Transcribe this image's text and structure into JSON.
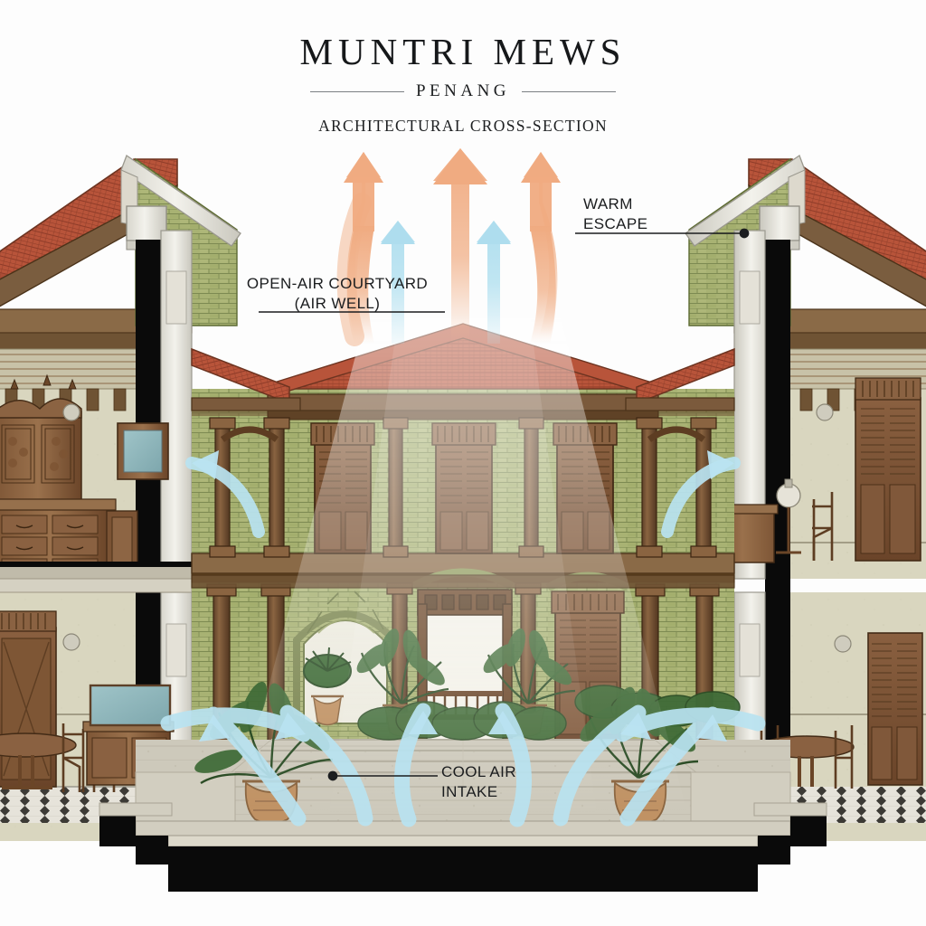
{
  "title": {
    "main": "MUNTRI MEWS",
    "location": "PENANG",
    "subtitle": "ARCHITECTURAL CROSS-SECTION"
  },
  "annotations": [
    {
      "id": "courtyard",
      "line1": "OPEN-AIR COURTYARD",
      "line2": "(AIR WELL)"
    },
    {
      "id": "warm",
      "line1": "WARM",
      "line2": "ESCAPE"
    },
    {
      "id": "cool",
      "line1": "COOL AIR",
      "line2": "INTAKE"
    }
  ],
  "diagram": {
    "type": "architectural-cross-section",
    "building": "Penang shophouse / Chinese courtyard house",
    "airflow": {
      "warm_arrows": 3,
      "cool_arrows_vertical": 2,
      "cool_arrows_curved": 6,
      "warm_color": "#f2b894",
      "cool_color": "#b9e3f1"
    },
    "levels": [
      "ground floor",
      "upper floor"
    ],
    "floors_left": [
      "parlour with carved cabinet",
      "dining room with tiled floor"
    ],
    "floors_right": [
      "bedroom with chair and lamp",
      "dining room with table and chairs"
    ]
  },
  "palette": {
    "background": "#fdfdfd",
    "roof_tile": "#b8543a",
    "roof_tile_dark": "#8e3b28",
    "green_brick": "#a8b273",
    "green_brick_dark": "#8b9757",
    "plaster": "#d9d6bf",
    "timber": "#7a5439",
    "timber_dark": "#4e341f",
    "timber_light": "#9c7350",
    "stone": "#cdc9bb",
    "stone_light": "#e0dcd0",
    "section_cut": "#0a0a0a",
    "render_white": "#e9e8e2",
    "warm_air": "#f2b894",
    "cool_air": "#b9e3f1",
    "foliage": "#3f6b37",
    "foliage_dark": "#2c4d26",
    "pot_terracotta": "#c09264",
    "ink": "#1b1d1f"
  }
}
